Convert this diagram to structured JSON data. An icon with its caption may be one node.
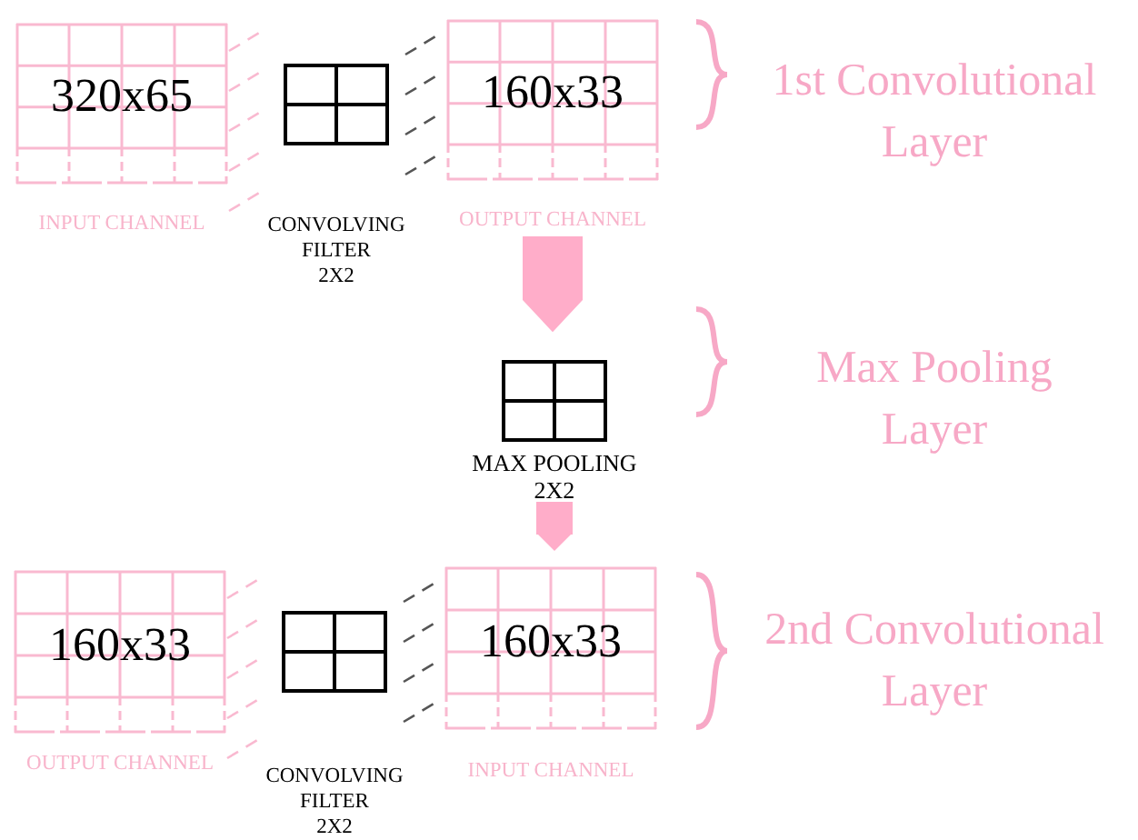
{
  "diagram": {
    "nodes": [
      {
        "text": [
          "320x65"
        ],
        "beside": [
          "INPUT CHANNEL"
        ]
      },
      {
        "text": [],
        "shape": "box",
        "beside": [
          "CONVOLVING FILTER 2X2"
        ]
      },
      {
        "text": [
          "160x33"
        ],
        "beside": [
          "OUTPUT CHANNEL"
        ]
      },
      {
        "text": [],
        "shape": "box",
        "beside": [
          "MAX POOLING 2X2"
        ]
      },
      {
        "text": [
          "160x33"
        ],
        "beside": [
          "OUTPUT CHANNEL"
        ]
      },
      {
        "text": [],
        "shape": "box",
        "beside": [
          "CONVOLVING FILTER 2X2"
        ]
      },
      {
        "text": [
          "160x33"
        ],
        "beside": [
          "INPUT CHANNEL"
        ]
      }
    ],
    "edges": [
      {
        "from": 2,
        "to": 3,
        "arrow": "to"
      },
      {
        "from": 3,
        "to": 6,
        "arrow": "to"
      }
    ],
    "labels": [
      "1st Convolutional Layer",
      "Max Pooling Layer",
      "2nd Convolutional Layer"
    ]
  }
}
